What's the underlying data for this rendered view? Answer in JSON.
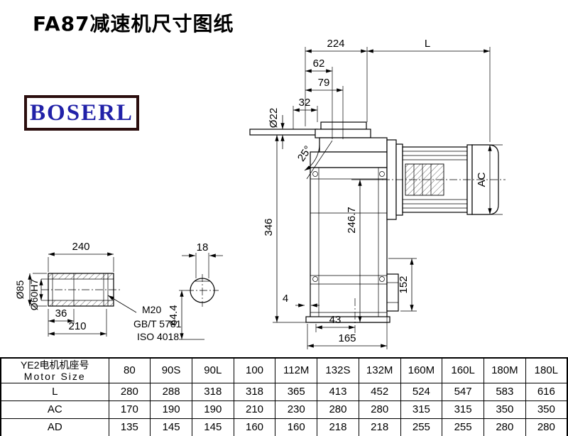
{
  "title": "FA87减速机尺寸图纸",
  "logo": "BOSERL",
  "drawing": {
    "dims": {
      "width_224": "224",
      "length_L": "L",
      "dim_62": "62",
      "dim_79": "79",
      "dim_32": "32",
      "dia_22": "Ø22",
      "angle_25": "25°",
      "height_346": "346",
      "dim_246_7": "246.7",
      "motor_AC": "AC",
      "dim_152": "152",
      "dim_4": "4",
      "dim_43": "43",
      "dim_165": "165",
      "shaft_240": "240",
      "dia_85": "Ø85",
      "dia_60": "Ø60H7",
      "dim_36": "36",
      "dim_210": "210",
      "thread_m20": "M20",
      "std_gb": "GB/T 5781",
      "std_iso": "ISO 4018",
      "dim_18": "18",
      "dim_64_4": "64.4"
    }
  },
  "table": {
    "header_col1_line1": "YE2电机机座号",
    "header_col1_line2": "Motor Size",
    "sizes": [
      "80",
      "90S",
      "90L",
      "100",
      "112M",
      "132S",
      "132M",
      "160M",
      "160L",
      "180M",
      "180L"
    ],
    "rows": [
      {
        "label": "L",
        "values": [
          "280",
          "288",
          "318",
          "318",
          "365",
          "413",
          "452",
          "524",
          "547",
          "583",
          "616"
        ]
      },
      {
        "label": "AC",
        "values": [
          "170",
          "190",
          "190",
          "210",
          "230",
          "280",
          "280",
          "315",
          "315",
          "350",
          "350"
        ]
      },
      {
        "label": "AD",
        "values": [
          "135",
          "145",
          "145",
          "160",
          "160",
          "218",
          "218",
          "255",
          "255",
          "280",
          "280"
        ]
      }
    ]
  }
}
